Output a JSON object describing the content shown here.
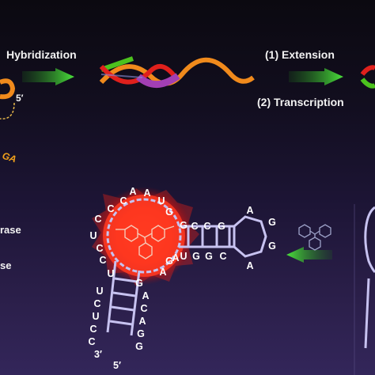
{
  "labels": {
    "hybridization": "Hybridization",
    "extension": "(1) Extension",
    "transcription": "(2) Transcription",
    "five_prime": "5′",
    "seq_fragment": "GA",
    "left_text_1": "rase",
    "left_text_2": "se"
  },
  "aptamer": {
    "loop": [
      "C",
      "A",
      "A",
      "U",
      "G",
      "G",
      "A",
      "C",
      "U",
      "C",
      "U",
      "C",
      "C",
      "G",
      "A",
      "G"
    ],
    "stem_right_top": [
      "C",
      "C",
      "G"
    ],
    "stem_right_bottom": [
      "U",
      "G",
      "G",
      "C"
    ],
    "hairpin": [
      "A",
      "G",
      "G",
      "A"
    ],
    "stem_bottom_left": [
      "U",
      "C",
      "U",
      "C",
      "C"
    ],
    "stem_bottom_right": [
      "A",
      "C",
      "A",
      "G",
      "G"
    ],
    "end3": "3′",
    "end5": "5′"
  },
  "colors": {
    "glow": "#ff2a14",
    "strand": "#c7c2f0",
    "arrow_green": "#38c72d",
    "dna_orange": "#f08a1c",
    "dna_green": "#4cc21e",
    "dna_purple": "#a23fb4",
    "dna_red": "#e0201c"
  }
}
